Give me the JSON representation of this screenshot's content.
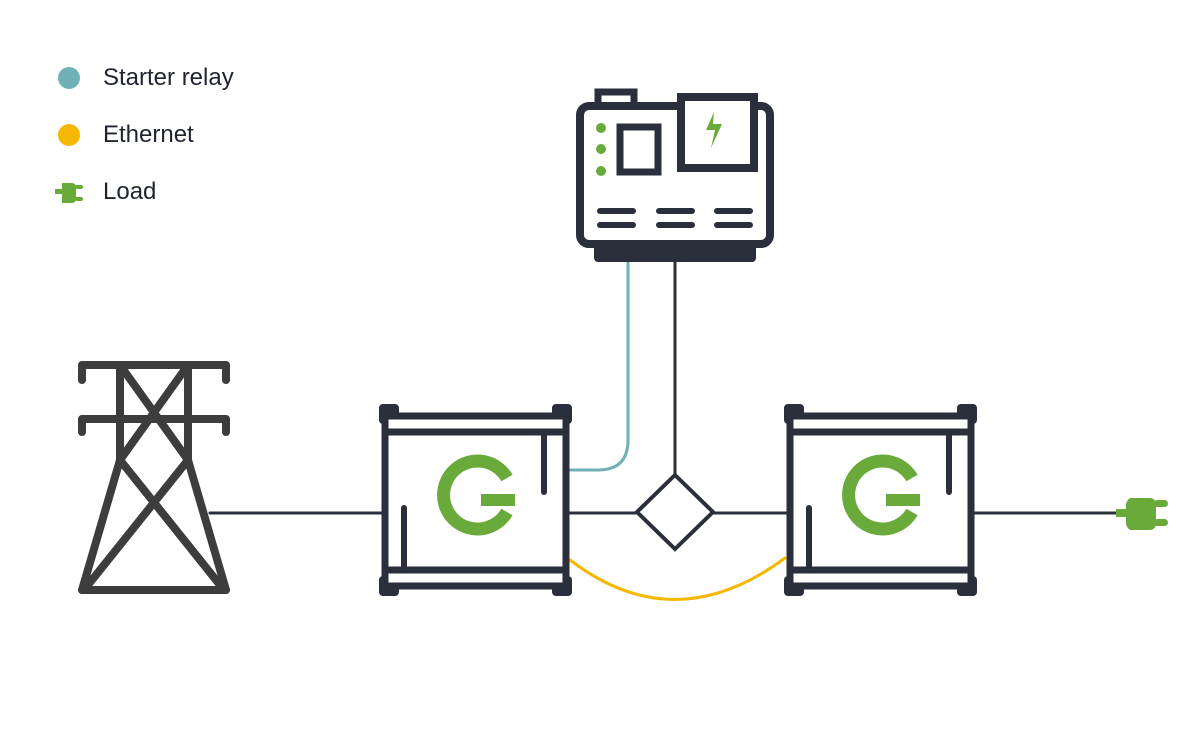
{
  "legend": [
    {
      "label": "Starter relay",
      "color": "#6fb1b6",
      "icon": "circle"
    },
    {
      "label": "Ethernet",
      "color": "#f5b700",
      "icon": "circle"
    },
    {
      "label": "Load",
      "color": "#6aaa3a",
      "icon": "plug-icon"
    }
  ],
  "colors": {
    "dark": "#2a2f3b",
    "tower": "#3d3d3d",
    "green": "#6aaa3a"
  }
}
